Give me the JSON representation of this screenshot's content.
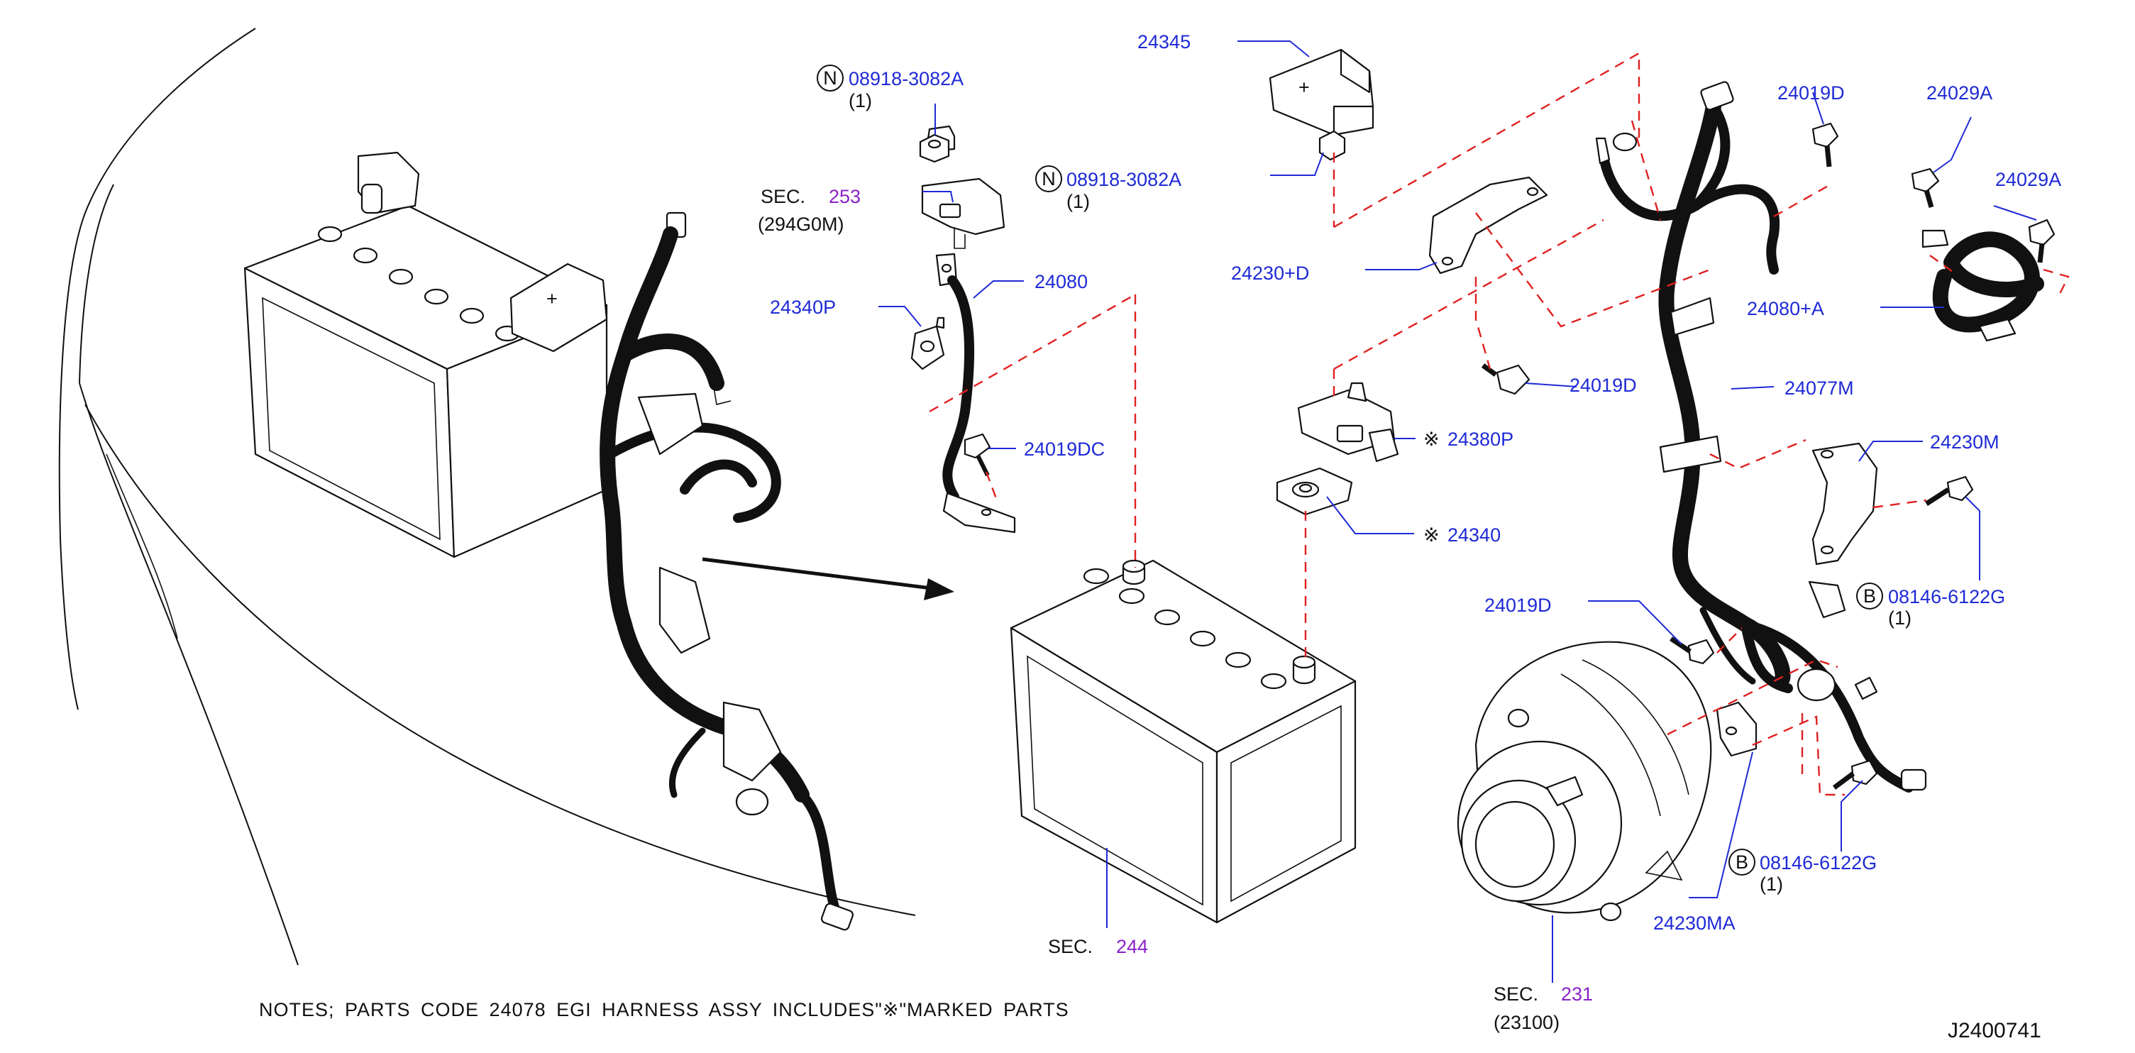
{
  "diagram_id": "J2400741",
  "notes": "NOTES;  PARTS  CODE  24078  EGI  HARNESS  ASSY  INCLUDES\"※\"MARKED  PARTS",
  "sections": {
    "sec253": {
      "prefix": "SEC.",
      "number": "253",
      "sub": "(294G0M)"
    },
    "sec244": {
      "prefix": "SEC.",
      "number": "244"
    },
    "sec231": {
      "prefix": "SEC.",
      "number": "231",
      "sub": "(23100)"
    }
  },
  "parts": {
    "p24345": "24345",
    "p08918_a": "08918-3082A",
    "p08918_a_qty": "(1)",
    "p08918_b": "08918-3082A",
    "p08918_b_qty": "(1)",
    "p24340P": "24340P",
    "p24080": "24080",
    "p24019DC": "24019DC",
    "p24230D": "24230+D",
    "p24019D_mid": "24019D",
    "p24380P": "24380P",
    "p24340": "24340",
    "p24019D_top": "24019D",
    "p24029A_1": "24029A",
    "p24029A_2": "24029A",
    "p24080A": "24080+A",
    "p24077M": "24077M",
    "p24230M": "24230M",
    "p08146_a": "08146-6122G",
    "p08146_a_qty": "(1)",
    "p24019D_left": "24019D",
    "p08146_b": "08146-6122G",
    "p08146_b_qty": "(1)",
    "p24230MA": "24230MA"
  },
  "badges": {
    "n": "N",
    "b": "B",
    "asterisk": "※"
  },
  "icons": [
    "battery",
    "battery-terminal-cover",
    "wire-harness",
    "alternator",
    "bolt",
    "nut",
    "bracket",
    "direction-arrow"
  ],
  "colors": {
    "part_number": "#1f2ad6",
    "section_number": "#8a22c8",
    "dashed_link": "#e02020",
    "line_art": "#111111"
  }
}
